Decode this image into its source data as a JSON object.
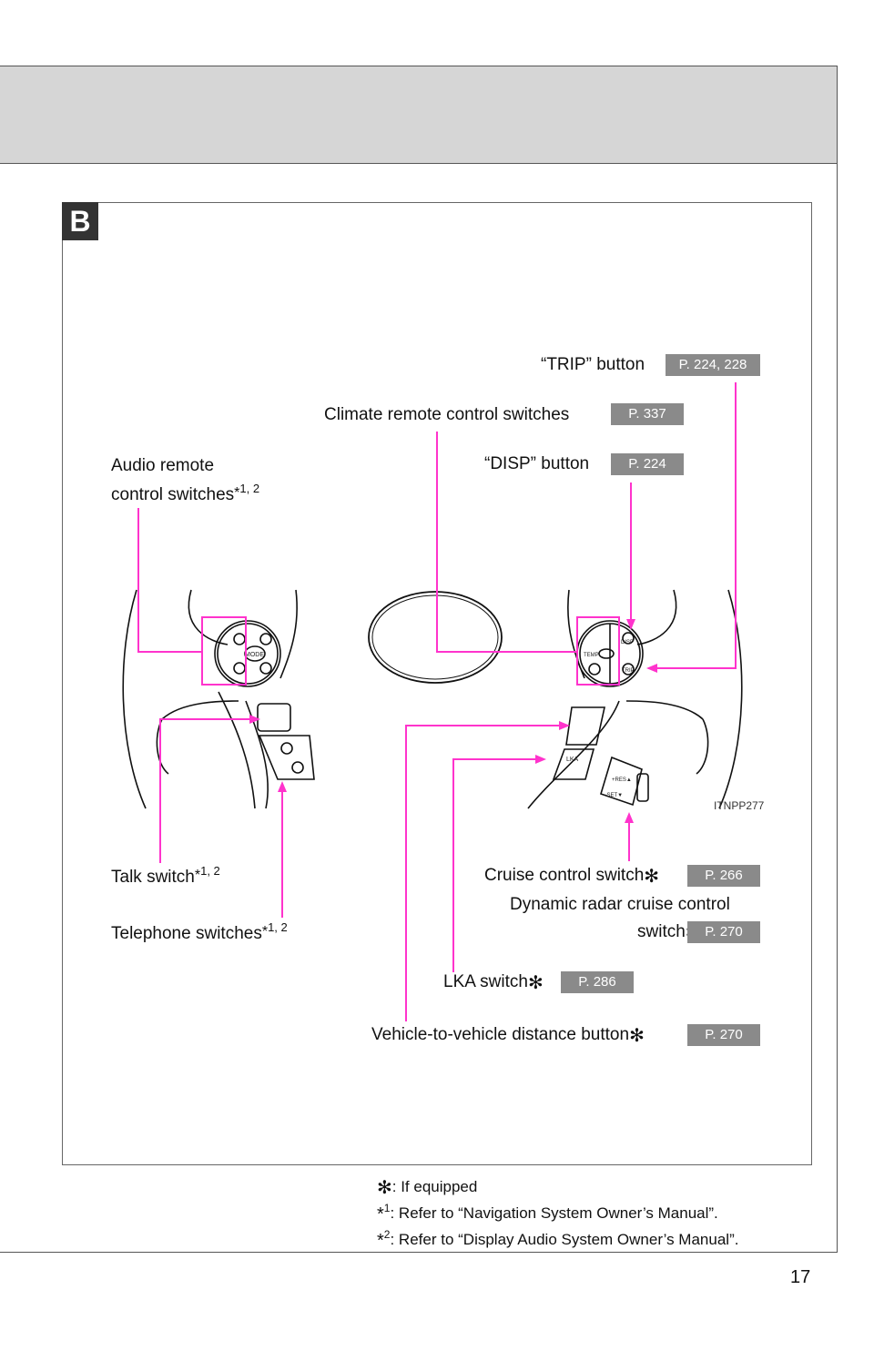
{
  "section_badge": "B",
  "labels": {
    "trip_button": "“TRIP” button",
    "climate_switches": "Climate remote control switches",
    "disp_button": "“DISP” button",
    "audio_line1": "Audio remote",
    "audio_line2": "control switches",
    "audio_sup": "1, 2",
    "talk_switch": "Talk switch",
    "talk_sup": "1, 2",
    "telephone_switches": "Telephone switches",
    "telephone_sup": "1, 2",
    "cruise_switch": "Cruise control switch",
    "radar_line1": "Dynamic radar cruise control",
    "radar_line2": "switch",
    "lka_switch": "LKA switch",
    "distance_button": "Vehicle-to-vehicle distance button"
  },
  "refs": {
    "trip": "P. 224, 228",
    "climate": "P. 337",
    "disp": "P. 224",
    "cruise": "P. 266",
    "radar": "P. 270",
    "lka": "P. 286",
    "distance": "P. 270"
  },
  "figure": {
    "code": "ITNPP277",
    "switch_labels": {
      "mode": "MODE",
      "disp": "DISP",
      "temp": "TEMP",
      "trip": "TRIP",
      "lka": "LKA",
      "res": "+RES▲",
      "set": "−SET▼"
    }
  },
  "footnotes": {
    "star_marker": "✻",
    "if_equipped": ":  If equipped",
    "note1_sup": "1",
    "note1": ": Refer to “Navigation System Owner’s Manual”.",
    "note2_sup": "2",
    "note2": ": Refer to “Display Audio System Owner’s Manual”."
  },
  "page_number": "17",
  "colors": {
    "callout": "#ff33cc",
    "ref_box": "#8a8a8a",
    "header_band": "#d6d6d6"
  }
}
